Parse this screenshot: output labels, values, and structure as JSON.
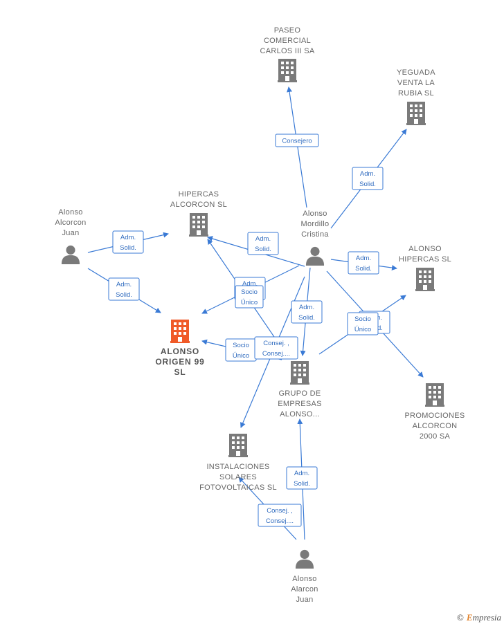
{
  "colors": {
    "company": "#7a7a7a",
    "focus": "#f05a28",
    "person": "#7a7a7a",
    "edge": "#3a7ad5",
    "brand_accent": "#e0822c"
  },
  "nodes": [
    {
      "id": "paseo",
      "type": "company",
      "label": [
        "PASEO",
        "COMERCIAL",
        "CARLOS III SA"
      ]
    },
    {
      "id": "yeguada",
      "type": "company",
      "label": [
        "YEGUADA",
        "VENTA LA",
        "RUBIA  SL"
      ]
    },
    {
      "id": "hipercas_alc",
      "type": "company",
      "label": [
        "HIPERCAS",
        "ALCORCON  SL"
      ]
    },
    {
      "id": "alonso_alc_juan",
      "type": "person",
      "label": [
        "Alonso",
        "Alcorcon",
        "Juan"
      ]
    },
    {
      "id": "alonso_mord",
      "type": "person",
      "label": [
        "Alonso",
        "Mordillo",
        "Cristina"
      ]
    },
    {
      "id": "alonso_hipercas",
      "type": "company",
      "label": [
        "ALONSO",
        "HIPERCAS  SL"
      ]
    },
    {
      "id": "alonso_origen",
      "type": "focus",
      "label": [
        "ALONSO",
        "ORIGEN 99",
        "SL"
      ]
    },
    {
      "id": "grupo",
      "type": "company",
      "label": [
        "GRUPO DE",
        "EMPRESAS",
        "ALONSO..."
      ]
    },
    {
      "id": "promociones",
      "type": "company",
      "label": [
        "PROMOCIONES",
        "ALCORCON",
        "2000 SA"
      ]
    },
    {
      "id": "instalaciones",
      "type": "company",
      "label": [
        "INSTALACIONES",
        "SOLARES",
        "FOTOVOLTAICAS SL"
      ]
    },
    {
      "id": "alonso_alarcon",
      "type": "person",
      "label": [
        "Alonso",
        "Alarcon",
        "Juan"
      ]
    }
  ],
  "edges": [
    {
      "from": "alonso_mord",
      "to": "paseo",
      "label": [
        "Consejero"
      ]
    },
    {
      "from": "alonso_mord",
      "to": "yeguada",
      "label": [
        "Adm.",
        "Solid."
      ]
    },
    {
      "from": "alonso_mord",
      "to": "hipercas_alc",
      "label": [
        "Adm.",
        "Solid."
      ]
    },
    {
      "from": "alonso_alc_juan",
      "to": "hipercas_alc",
      "label": [
        "Adm.",
        "Solid."
      ]
    },
    {
      "from": "alonso_alc_juan",
      "to": "alonso_origen",
      "label": [
        "Adm.",
        "Solid."
      ]
    },
    {
      "from": "alonso_mord",
      "to": "alonso_hipercas",
      "label": [
        "Adm.",
        "Solid."
      ]
    },
    {
      "from": "alonso_mord",
      "to": "alonso_origen",
      "label": [
        "Adm.",
        "Solid."
      ]
    },
    {
      "from": "alonso_mord",
      "to": "grupo",
      "label": [
        "Adm.",
        "Solid."
      ]
    },
    {
      "from": "alonso_mord",
      "to": "promociones",
      "label": [
        "Adm.",
        "Solid."
      ]
    },
    {
      "from": "grupo",
      "to": "alonso_hipercas",
      "label": [
        "Socio",
        "Único"
      ]
    },
    {
      "from": "grupo",
      "to": "alonso_origen",
      "label": [
        "Socio",
        "Único"
      ]
    },
    {
      "from": "grupo",
      "to": "hipercas_alc",
      "label": [
        "Socio",
        "Único"
      ]
    },
    {
      "from": "alonso_mord",
      "to": "instalaciones",
      "label": [
        "Consej. ,",
        "Consej...."
      ]
    },
    {
      "from": "alonso_alarcon",
      "to": "grupo",
      "label": [
        "Adm.",
        "Solid."
      ]
    },
    {
      "from": "alonso_alarcon",
      "to": "instalaciones",
      "label": [
        "Consej. ,",
        "Consej...."
      ]
    }
  ],
  "brand": {
    "copyright": "©",
    "initial": "E",
    "rest": "mpresia"
  }
}
